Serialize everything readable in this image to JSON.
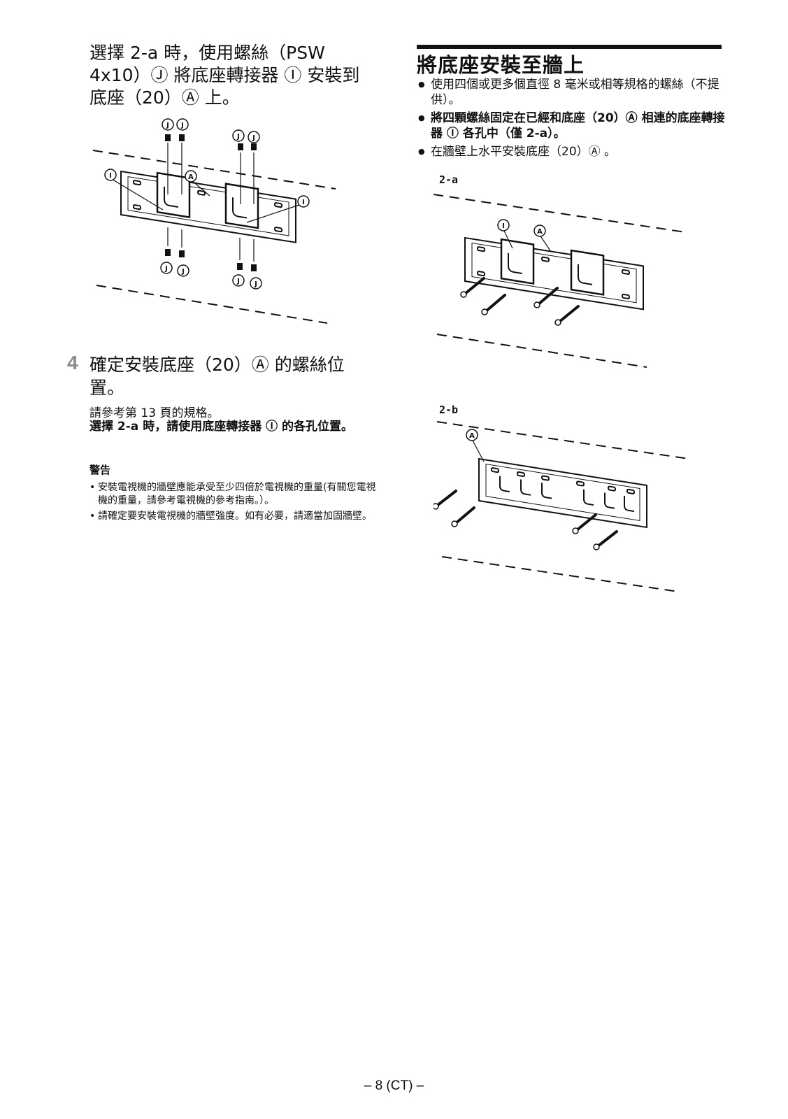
{
  "left": {
    "intro": "選擇 2-a 時，使用螺絲（PSW 4x10）Ⓙ 將底座轉接器 Ⓘ 安裝到底座（20）Ⓐ 上。",
    "step4": {
      "number": "4",
      "title": "確定安裝底座（20）Ⓐ 的螺絲位置。",
      "ref": "請參考第 13 頁的規格。",
      "note": "選擇 2-a 時，請使用底座轉接器 Ⓘ 的各孔位置。"
    },
    "warning": {
      "title": "警告",
      "items": [
        "安裝電視機的牆壁應能承受至少四倍於電視機的重量(有關您電視機的重量，請參考電視機的參考指南。）。",
        "請確定要安裝電視機的牆壁強度。如有必要，請適當加固牆壁。"
      ]
    }
  },
  "right": {
    "title": "將底座安裝至牆上",
    "items": [
      "使用四個或更多個直徑 8 毫米或相等規格的螺絲（不提供）。",
      "將四顆螺絲固定在已經和底座（20）Ⓐ 相連的底座轉接器 Ⓘ 各孔中（僅 2-a）。",
      "在牆壁上水平安裝底座（20）Ⓐ 。"
    ],
    "figure_2a_label": "2-a",
    "figure_2b_label": "2-b"
  },
  "figure_labels": {
    "a": "A",
    "i": "I",
    "j": "J"
  },
  "footer": {
    "page": "– 8 (CT) –"
  }
}
